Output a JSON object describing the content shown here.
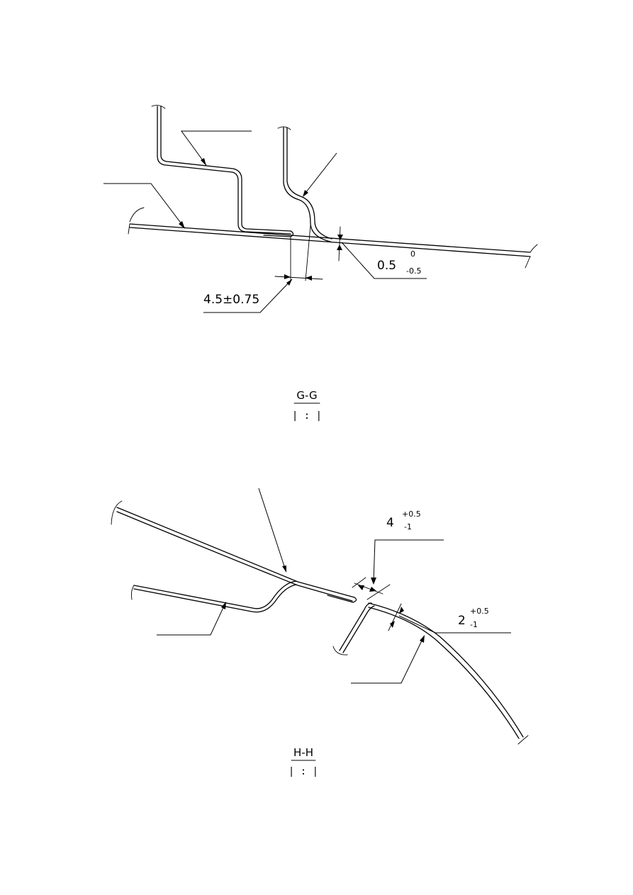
{
  "views": [
    {
      "id": "gg",
      "title": "G-G",
      "scale": "| : |",
      "dimensions": [
        {
          "id": "gap",
          "value": "4.5±0.75"
        },
        {
          "id": "clear",
          "value": "0.5",
          "upper": "0",
          "lower": "-0.5"
        }
      ]
    },
    {
      "id": "hh",
      "title": "H-H",
      "scale": "| : |",
      "dimensions": [
        {
          "id": "len4",
          "value": "4",
          "upper": "+0.5",
          "lower": "-1"
        },
        {
          "id": "len2",
          "value": "2",
          "upper": "+0.5",
          "lower": "-1"
        }
      ]
    }
  ]
}
